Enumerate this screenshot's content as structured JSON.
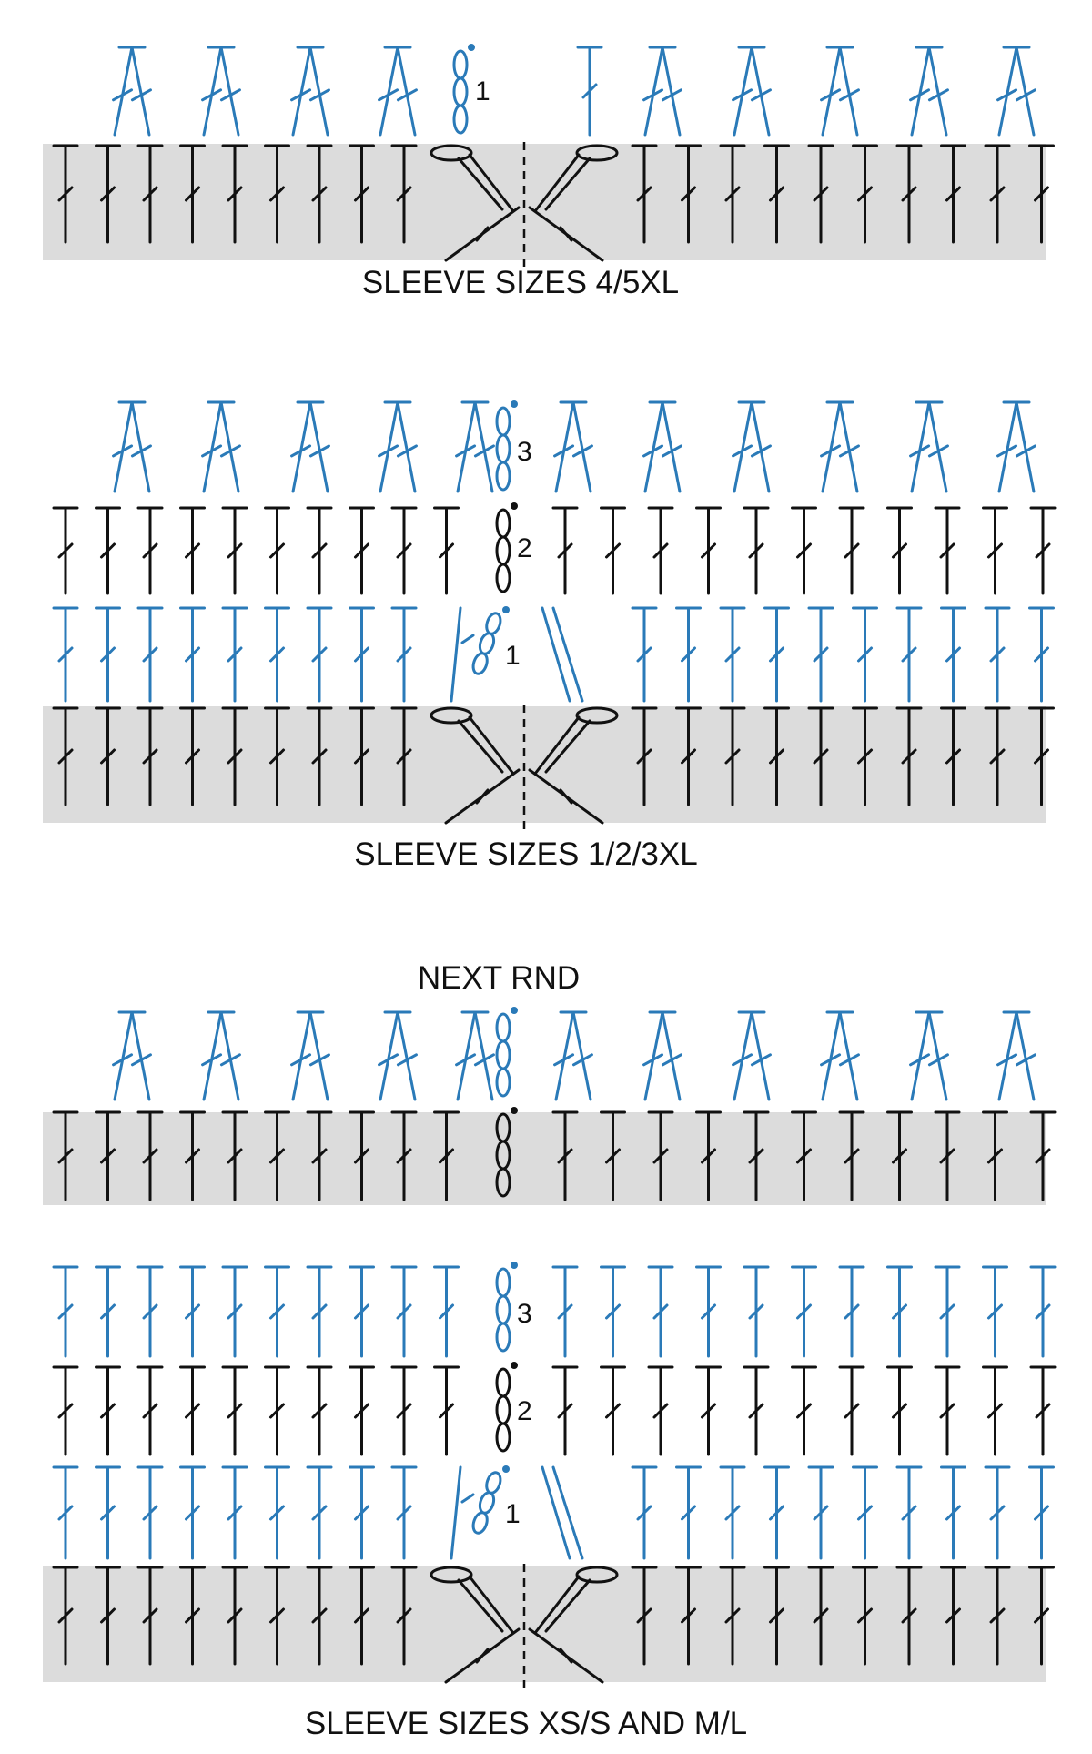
{
  "colors": {
    "blue": "#2a7ab8",
    "black": "#111111",
    "band": "#dcdcdc"
  },
  "diagram_4_5xl": {
    "caption": "SLEEVE SIZES 4/5XL",
    "chain_label": "1"
  },
  "diagram_1_2_3xl": {
    "caption": "SLEEVE SIZES 1/2/3XL",
    "chain_labels": [
      "1",
      "2",
      "3"
    ]
  },
  "diagram_xs_ml": {
    "next_rnd_label": "NEXT RND",
    "caption": "SLEEVE SIZES XS/S AND M/L",
    "chain_labels": [
      "1",
      "2",
      "3"
    ]
  }
}
